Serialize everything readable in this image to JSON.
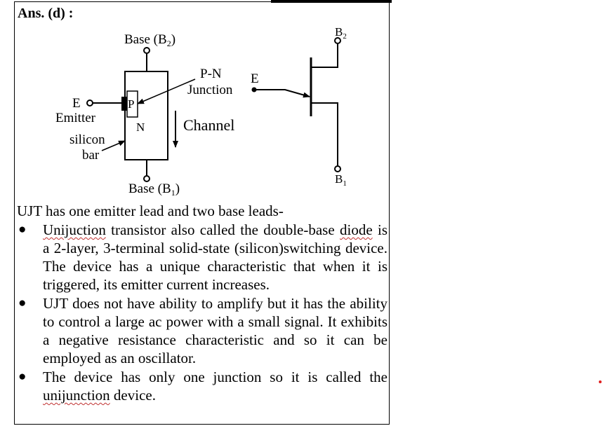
{
  "heading": "Ans. (d) :",
  "diagram": {
    "base2_label": "Base (B",
    "base2_sub": "2",
    "base1_label": "Base (B",
    "base1_sub": "1",
    "pn_line1": "P-N",
    "pn_line2": "Junction",
    "e_label": "E",
    "emitter_label": "Emitter",
    "silicon_line1": "silicon",
    "silicon_line2": "bar",
    "p_label": "P",
    "n_label": "N",
    "channel_label": "Channel",
    "symbol_e_label": "E",
    "symbol_b2": "B",
    "symbol_b2_sub": "2",
    "symbol_b1": "B",
    "symbol_b1_sub": "1"
  },
  "intro": "UJT has one emitter lead and two base leads-",
  "bullets": [
    {
      "marked_word": "Unijuction",
      "text": " transistor also called the double-base ",
      "marked_word2": "diode",
      "text2": " is a 2-layer, 3-terminal solid-state (silicon)switching device. The device has a unique characteristic that when it is triggered, its emitter current increases."
    },
    {
      "text": "UJT does not have ability to amplify but it has the ability to control a large ac power with a small signal. It exhibits a negative resistance characteristic and so it can be employed as an oscillator."
    },
    {
      "text": "The device has only one junction so it is called the ",
      "marked_word": "unijunction",
      "text2": " device."
    }
  ]
}
